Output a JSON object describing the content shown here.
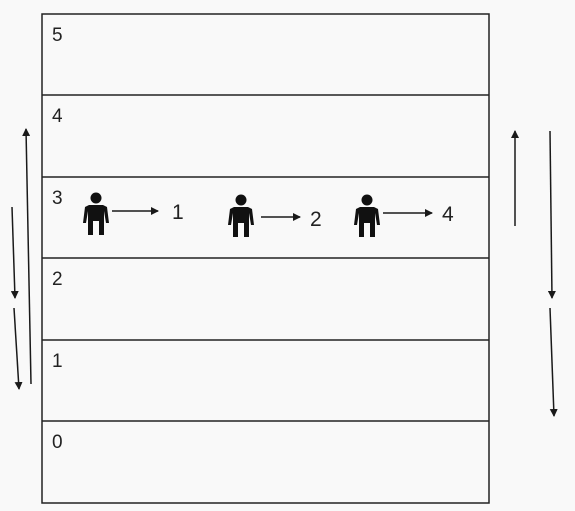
{
  "floors": [
    "5",
    "4",
    "3",
    "2",
    "1",
    "0"
  ],
  "people": [
    {
      "destination": "1"
    },
    {
      "destination": "2"
    },
    {
      "destination": "4"
    }
  ],
  "colors": {
    "line": "#1a1a1a",
    "figure": "#111111",
    "background": "#f9f9f9",
    "building": "#f9f9f9"
  }
}
